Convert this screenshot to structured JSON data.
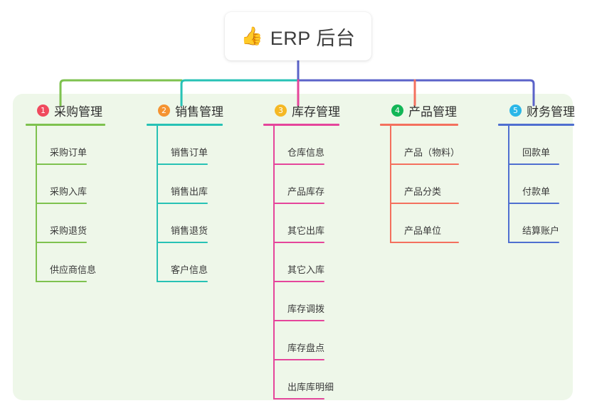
{
  "root": {
    "icon": "thumbs-up-icon",
    "emoji": "👍",
    "title": "ERP 后台"
  },
  "columns": [
    {
      "index": "1",
      "title": "采购管理",
      "badge_color": "#f04a5e",
      "line_color": "#7ec24f",
      "items": [
        "采购订单",
        "采购入库",
        "采购退货",
        "供应商信息"
      ]
    },
    {
      "index": "2",
      "title": "销售管理",
      "badge_color": "#f59331",
      "line_color": "#27c2b5",
      "items": [
        "销售订单",
        "销售出库",
        "销售退货",
        "客户信息"
      ]
    },
    {
      "index": "3",
      "title": "库存管理",
      "badge_color": "#f5b824",
      "line_color": "#e5459b",
      "items": [
        "仓库信息",
        "产品库存",
        "其它出库",
        "其它入库",
        "库存调拨",
        "库存盘点",
        "出库库明细"
      ]
    },
    {
      "index": "4",
      "title": "产品管理",
      "badge_color": "#13b657",
      "line_color": "#f4705e",
      "items": [
        "产品（物料）",
        "产品分类",
        "产品单位"
      ]
    },
    {
      "index": "5",
      "title": "财务管理",
      "badge_color": "#2ab7e8",
      "line_color": "#4f6fd0",
      "items": [
        "回款单",
        "付款单",
        "结算账户"
      ]
    }
  ],
  "theme": {
    "panel_bg": "#eef7e9",
    "page_bg": "#ffffff",
    "text_color": "#3a3a3a",
    "bus_left_color": "#7ec24f",
    "bus_mid_color": "#27c2b5",
    "bus_right_color": "#5b63c9",
    "root_drop_color": "#5b63c9",
    "col3_drop_color": "#e5459b",
    "col4_drop_color": "#f4705e",
    "col5_drop_color": "#4f6fd0"
  }
}
